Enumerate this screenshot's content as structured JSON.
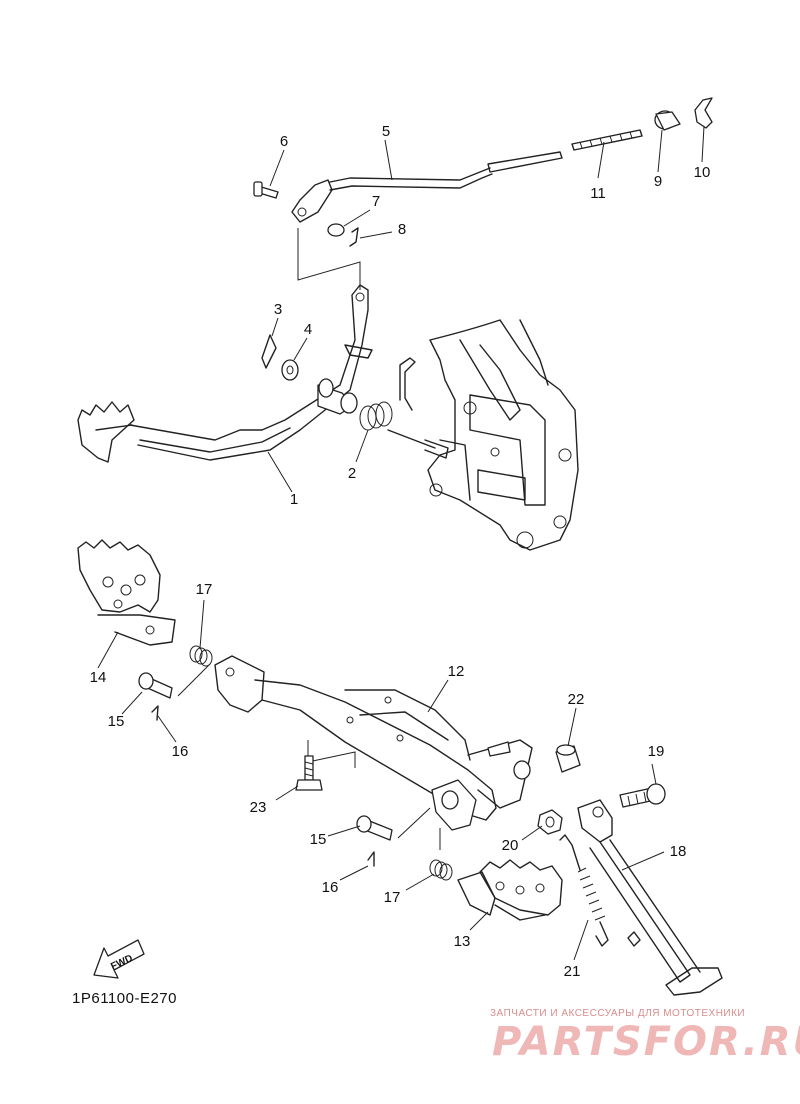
{
  "diagram": {
    "code": "1P61100-E270",
    "fwd_label": "FWD",
    "labels": [
      {
        "id": "1",
        "text": "1"
      },
      {
        "id": "2",
        "text": "2"
      },
      {
        "id": "3",
        "text": "3"
      },
      {
        "id": "4",
        "text": "4"
      },
      {
        "id": "5",
        "text": "5"
      },
      {
        "id": "6",
        "text": "6"
      },
      {
        "id": "7",
        "text": "7"
      },
      {
        "id": "8",
        "text": "8"
      },
      {
        "id": "9",
        "text": "9"
      },
      {
        "id": "10",
        "text": "10"
      },
      {
        "id": "11",
        "text": "11"
      },
      {
        "id": "12",
        "text": "12"
      },
      {
        "id": "13",
        "text": "13"
      },
      {
        "id": "14",
        "text": "14"
      },
      {
        "id": "15a",
        "text": "15"
      },
      {
        "id": "15b",
        "text": "15"
      },
      {
        "id": "16a",
        "text": "16"
      },
      {
        "id": "16b",
        "text": "16"
      },
      {
        "id": "17a",
        "text": "17"
      },
      {
        "id": "17b",
        "text": "17"
      },
      {
        "id": "18",
        "text": "18"
      },
      {
        "id": "19",
        "text": "19"
      },
      {
        "id": "20",
        "text": "20"
      },
      {
        "id": "21",
        "text": "21"
      },
      {
        "id": "22",
        "text": "22"
      },
      {
        "id": "23",
        "text": "23"
      }
    ]
  },
  "watermark": {
    "caption": "ЗАПЧАСТИ И АКСЕССУАРЫ ДЛЯ МОТОТЕХНИКИ",
    "brand": "PARTSFOR.RU",
    "color": "#f0b7b7"
  }
}
